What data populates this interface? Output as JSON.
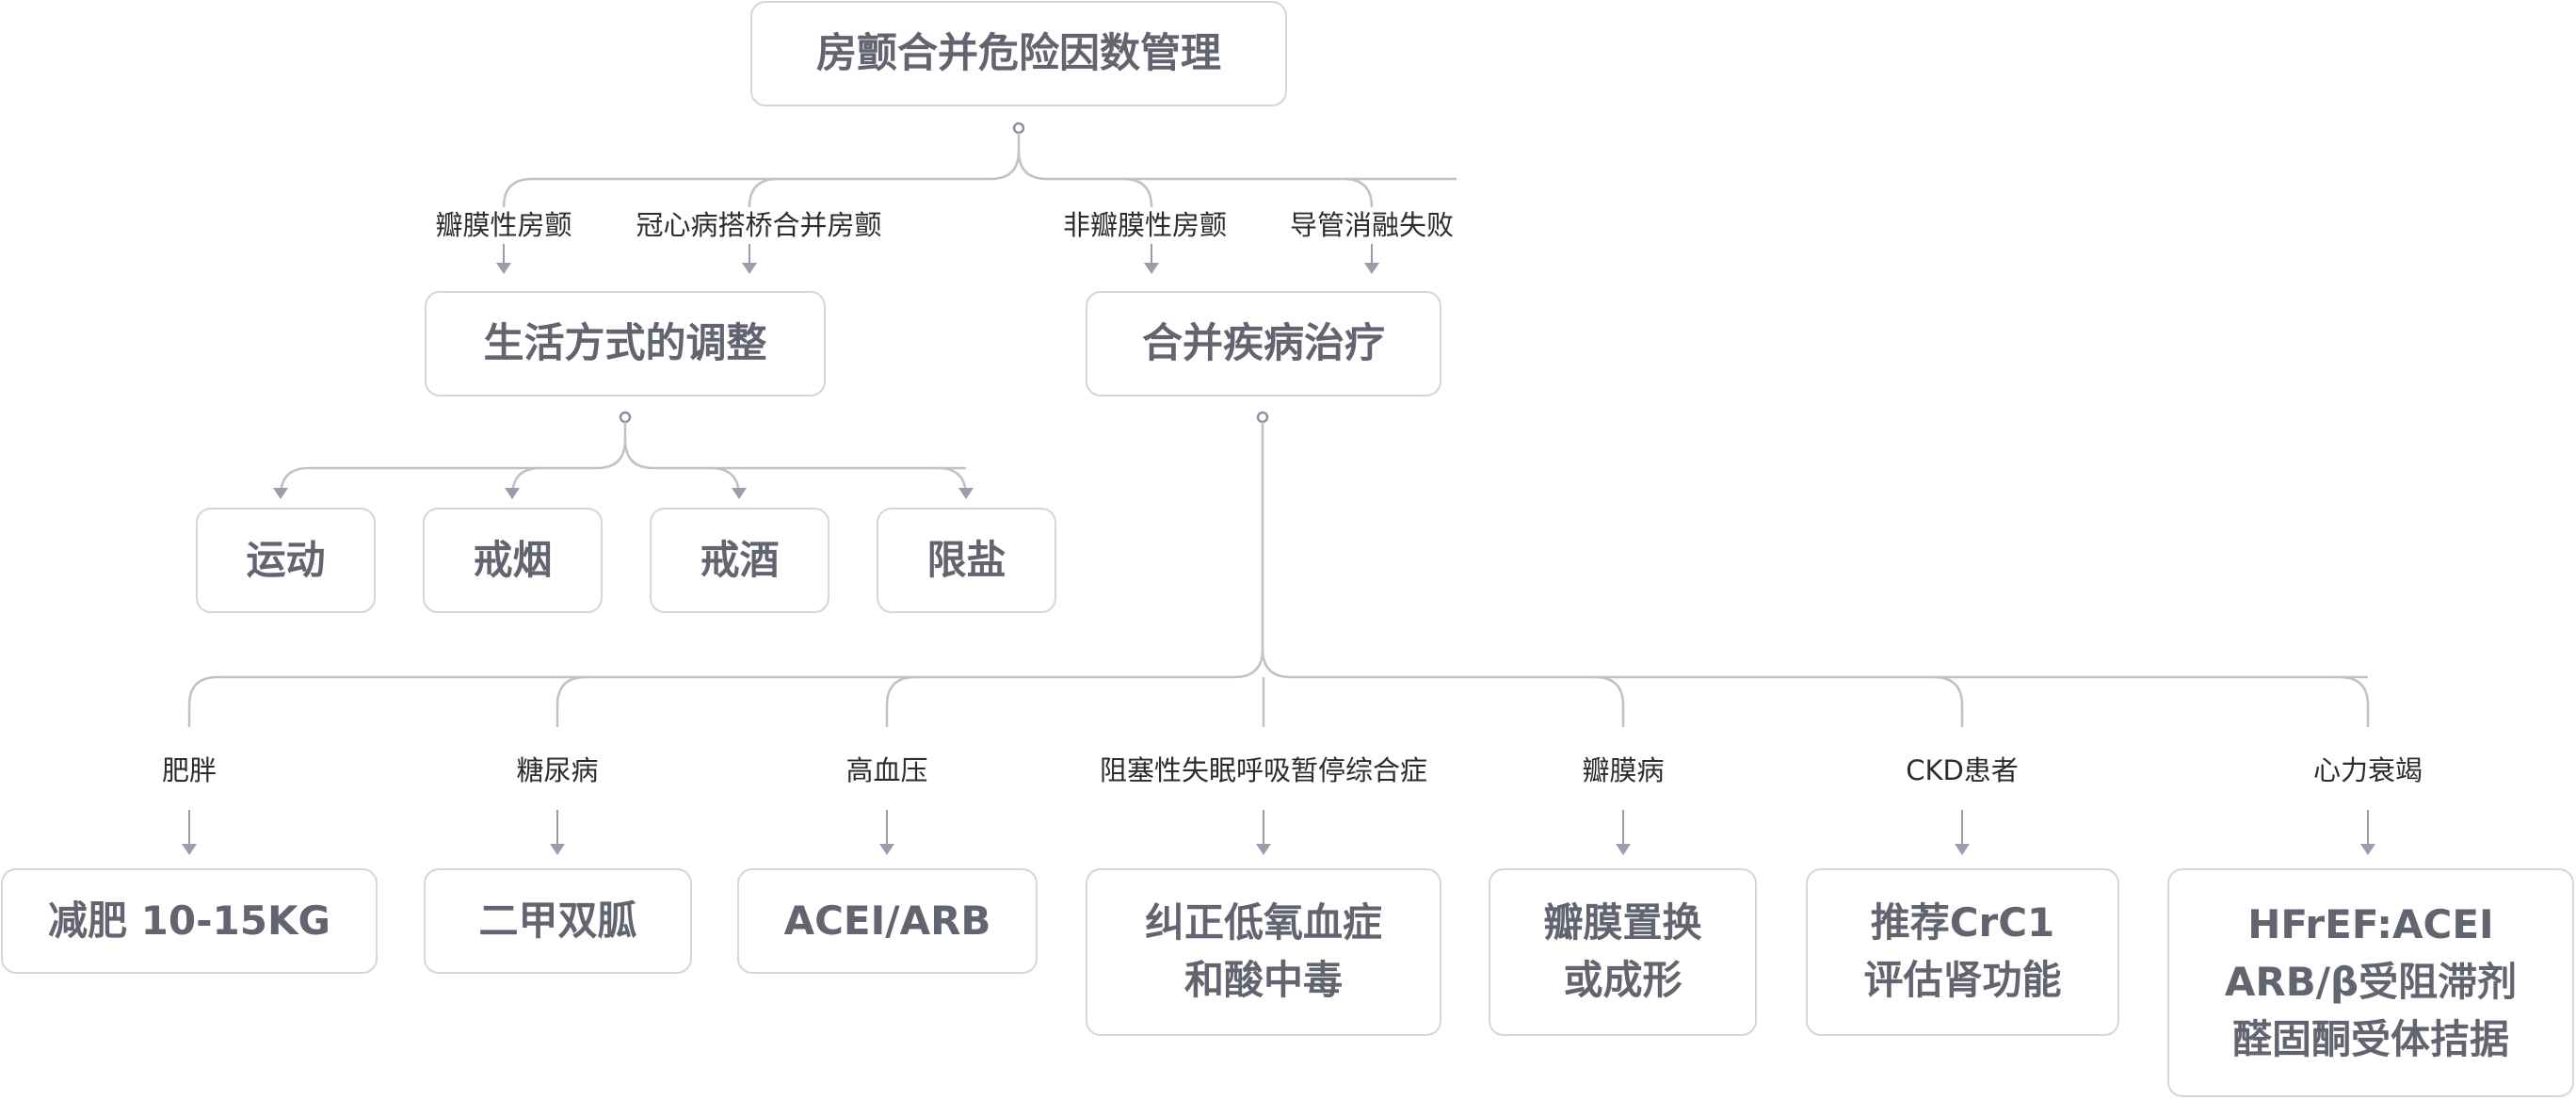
{
  "root": {
    "text": "房颤合并危险因数管理"
  },
  "level1": [
    {
      "text": "生活方式的调整"
    },
    {
      "text": "合并疾病治疗"
    }
  ],
  "edge_labels_top": [
    {
      "text": "瓣膜性房颤",
      "target": "生活方式的调整"
    },
    {
      "text": "冠心病搭桥合并房颤",
      "target": "生活方式的调整"
    },
    {
      "text": "非瓣膜性房颤",
      "target": "合并疾病治疗"
    },
    {
      "text": "导管消融失败",
      "target": "合并疾病治疗"
    }
  ],
  "lifestyle_children": [
    {
      "text": "运动"
    },
    {
      "text": "戒烟"
    },
    {
      "text": "戒酒"
    },
    {
      "text": "限盐"
    }
  ],
  "comorbidity_branches": [
    {
      "condition": "肥胖",
      "treatment": "减肥 10-15KG"
    },
    {
      "condition": "糖尿病",
      "treatment": "二甲双胍"
    },
    {
      "condition": "高血压",
      "treatment": "ACEI/ARB"
    },
    {
      "condition": "阻塞性失眠呼吸暂停综合症",
      "treatment": "纠正低氧血症\n和酸中毒"
    },
    {
      "condition": "瓣膜病",
      "treatment": "瓣膜置换\n或成形"
    },
    {
      "condition": "CKD患者",
      "treatment": "推荐CrC1\n评估肾功能"
    },
    {
      "condition": "心力衰竭",
      "treatment": "HFrEF:ACEI\nARB/β受阻滞剂\n醛固酮受体拮据"
    }
  ],
  "colors": {
    "node_text": "#62646f",
    "node_border": "#d6d6d8",
    "connector": "#c2c2c4",
    "arrow": "#9a9eab",
    "label_text": "#2c2c2c"
  }
}
